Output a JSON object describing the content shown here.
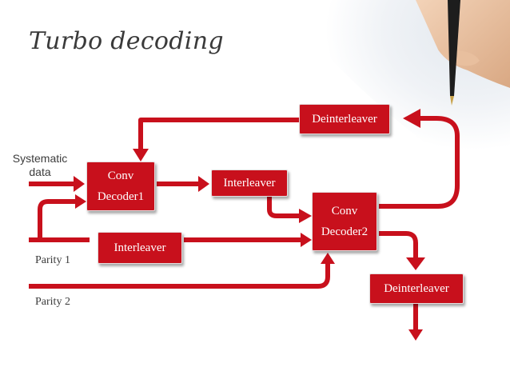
{
  "slide": {
    "title": "Turbo decoding",
    "accent_color": "#c8101c"
  },
  "inputs": {
    "systematic_line1": "Systematic",
    "systematic_line2": "data",
    "parity1": "Parity 1",
    "parity2": "Parity 2"
  },
  "blocks": {
    "decoder1_line1": "Conv",
    "decoder1_line2": "Decoder1",
    "decoder2_line1": "Conv",
    "decoder2_line2": "Decoder2",
    "interleaver_top": "Interleaver",
    "interleaver_bottom": "Interleaver",
    "deinterleaver_top": "Deinterleaver",
    "deinterleaver_bottom": "Deinterleaver"
  }
}
